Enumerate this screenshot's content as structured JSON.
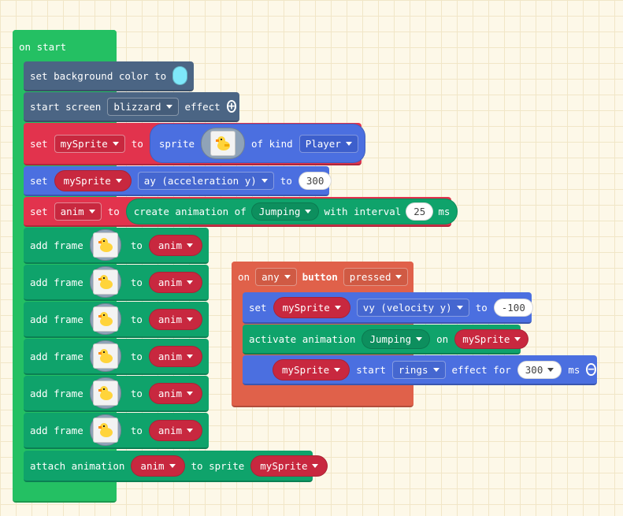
{
  "colors": {
    "loops": "#24c063",
    "scene": "#4b6584",
    "sprites_red": "#e2334d",
    "sprites_blue": "#4b6fe0",
    "animation": "#0fa36b",
    "controller": "#e0614a",
    "background_swatch": "#7ee8fa"
  },
  "on_start": {
    "label": "on start",
    "set_bg": {
      "text": "set background color to",
      "swatch": "light-cyan"
    },
    "start_screen": {
      "prefix": "start screen",
      "effect_value": "blizzard",
      "suffix": "effect",
      "add_icon": "plus-circle-icon"
    },
    "set_sprite": {
      "set": "set",
      "var": "mySprite",
      "to": "to",
      "sprite": "sprite",
      "image_icon": "duck-sprite-icon",
      "kind_label": "of kind",
      "kind_value": "Player"
    },
    "set_ay": {
      "set": "set",
      "var": "mySprite",
      "property": "ay (acceleration y)",
      "to": "to",
      "value": "300"
    },
    "set_anim": {
      "set": "set",
      "var": "anim",
      "to": "to",
      "create": "create animation of",
      "anim_type": "Jumping",
      "interval_label": "with interval",
      "interval": "25",
      "unit": "ms"
    },
    "add_frames": [
      {
        "label": "add frame",
        "to": "to",
        "var": "anim"
      },
      {
        "label": "add frame",
        "to": "to",
        "var": "anim"
      },
      {
        "label": "add frame",
        "to": "to",
        "var": "anim"
      },
      {
        "label": "add frame",
        "to": "to",
        "var": "anim"
      },
      {
        "label": "add frame",
        "to": "to",
        "var": "anim"
      },
      {
        "label": "add frame",
        "to": "to",
        "var": "anim"
      }
    ],
    "attach": {
      "label": "attach animation",
      "anim_var": "anim",
      "to_sprite": "to sprite",
      "sprite_var": "mySprite"
    }
  },
  "on_button": {
    "on": "on",
    "button_value": "any",
    "button_label": "button",
    "event_value": "pressed",
    "set_vy": {
      "set": "set",
      "var": "mySprite",
      "property": "vy (velocity y)",
      "to": "to",
      "value": "-100"
    },
    "activate": {
      "label": "activate animation",
      "anim_type": "Jumping",
      "on": "on",
      "var": "mySprite"
    },
    "effect": {
      "var": "mySprite",
      "start": "start",
      "effect_value": "rings",
      "effect_for": "effect for",
      "duration": "300",
      "unit": "ms",
      "remove_icon": "minus-circle-icon"
    }
  }
}
